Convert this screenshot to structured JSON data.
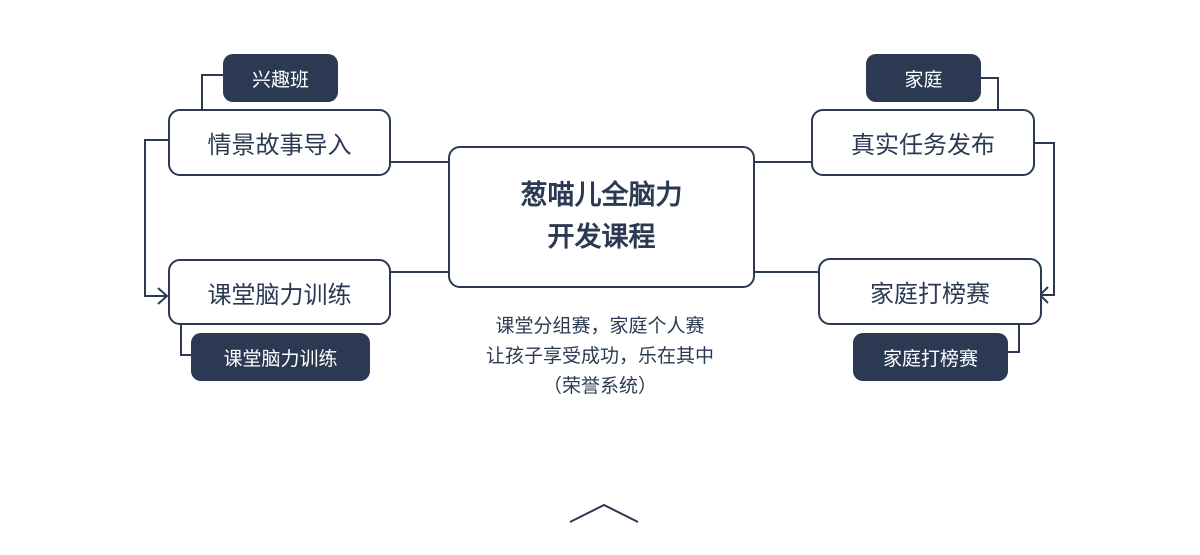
{
  "center": {
    "line1": "葱喵儿全脑力",
    "line2": "开发课程"
  },
  "nodes": {
    "top_left": "情景故事导入",
    "bottom_left": "课堂脑力训练",
    "top_right": "真实任务发布",
    "bottom_right": "家庭打榜赛"
  },
  "tags": {
    "top_left": "兴趣班",
    "bottom_left": "课堂脑力训练",
    "top_right": "家庭",
    "bottom_right": "家庭打榜赛"
  },
  "caption": {
    "line1": "课堂分组赛，家庭个人赛",
    "line2": "让孩子享受成功，乐在其中",
    "line3": "（荣誉系统）"
  },
  "colors": {
    "primary": "#2b3a52",
    "background": "#ffffff"
  },
  "icons": {
    "bottom_control": "chevron-up-icon"
  }
}
